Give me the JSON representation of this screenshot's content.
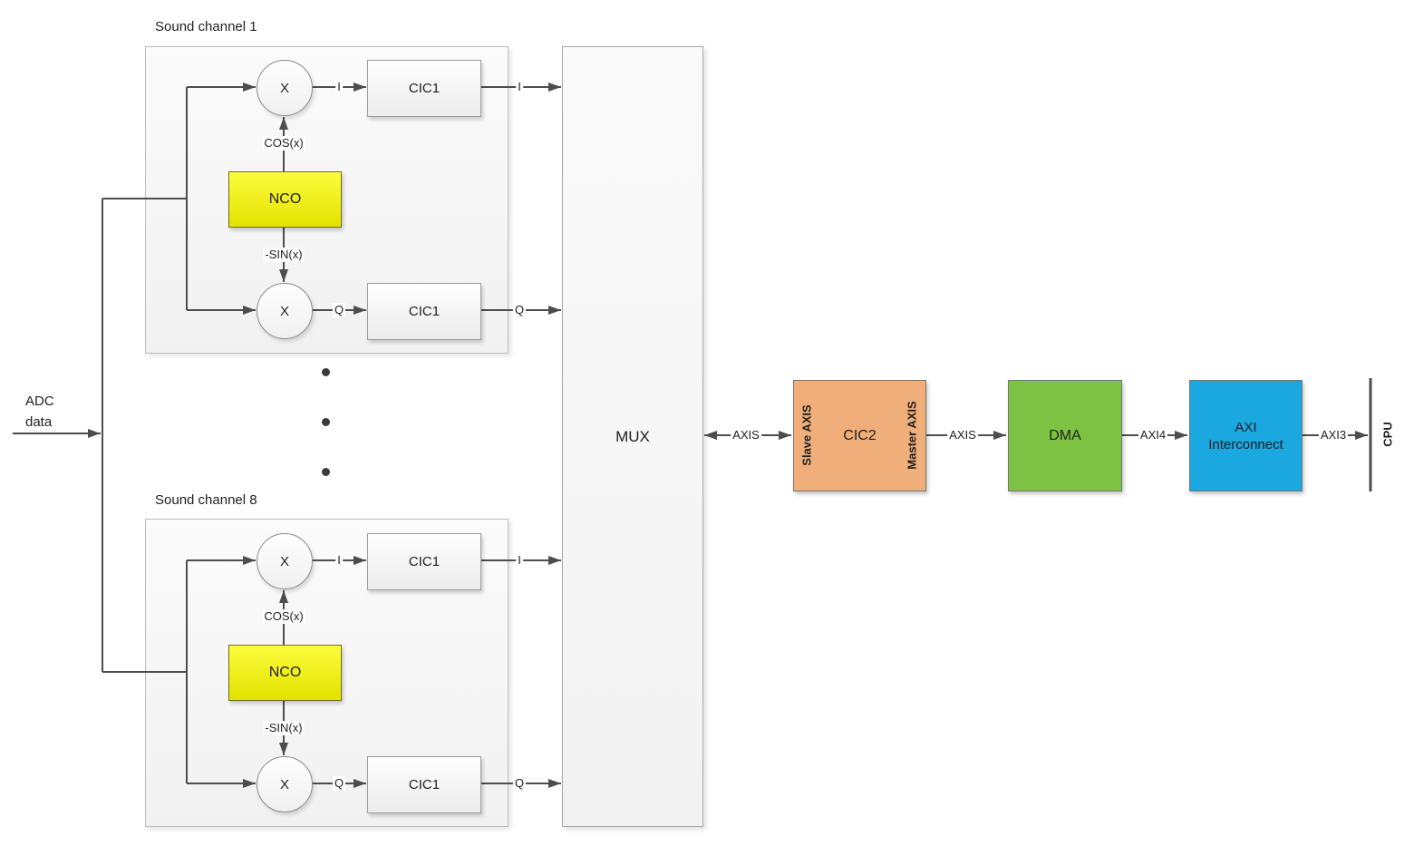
{
  "adc": {
    "label": "ADC data"
  },
  "channels": [
    {
      "title": "Sound channel 1",
      "mixer_i": "X",
      "mixer_q": "X",
      "nco": "NCO",
      "cos": "COS(x)",
      "sin": "-SIN(x)",
      "cic_i": "CIC1",
      "cic_q": "CIC1",
      "i_in": "I",
      "i_out": "I",
      "q_in": "Q",
      "q_out": "Q"
    },
    {
      "title": "Sound channel 8",
      "mixer_i": "X",
      "mixer_q": "X",
      "nco": "NCO",
      "cos": "COS(x)",
      "sin": "-SIN(x)",
      "cic_i": "CIC1",
      "cic_q": "CIC1",
      "i_in": "I",
      "i_out": "I",
      "q_in": "Q",
      "q_out": "Q"
    }
  ],
  "ellipsis_dots": 3,
  "mux": {
    "label": "MUX"
  },
  "links": {
    "mux_cic2": "AXIS",
    "cic2_dma": "AXIS",
    "dma_axi": "AXI4",
    "axi_cpu": "AXI3"
  },
  "cic2": {
    "label": "CIC2",
    "slave_port": "Slave AXIS",
    "master_port": "Master AXIS"
  },
  "dma": {
    "label": "DMA"
  },
  "axi_interconnect": {
    "label": "AXI Interconnect"
  },
  "cpu": {
    "label": "CPU"
  },
  "colors": {
    "line": "#4d4d4d",
    "nco_top": "#fcfc3d",
    "nco_bottom": "#e3e300",
    "cic2": "#efae7a",
    "dma": "#7dc242",
    "axi": "#1ba7e0"
  }
}
